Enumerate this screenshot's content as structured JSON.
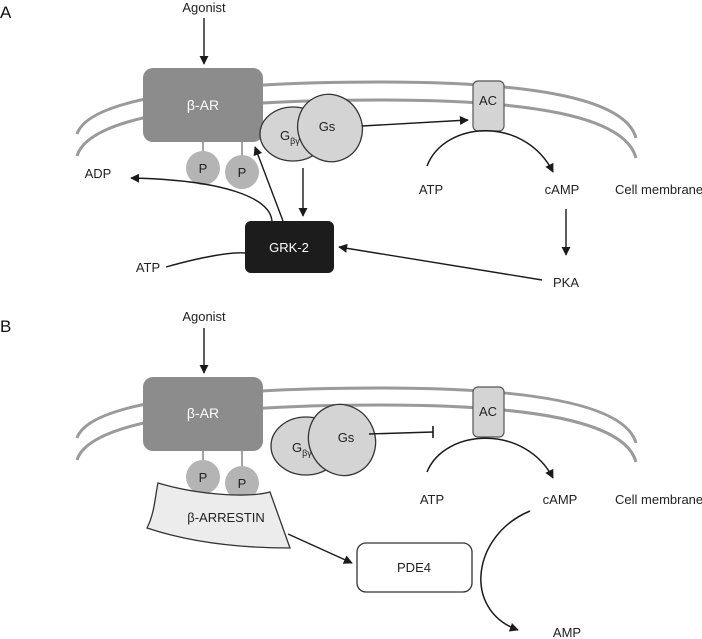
{
  "colors": {
    "receptor": "#8c8c8c",
    "phosphate": "#b4b4b4",
    "g_protein": "#d4d4d4",
    "adenylyl_cyclase": "#d4d4d4",
    "grk2": "#1c1c1c",
    "arrestin": "#ececec",
    "pde4": "#ffffff",
    "membrane": "#9a9a9a",
    "arrow": "#1a1a1a"
  },
  "panel_a": {
    "label": "A",
    "agonist": "Agonist",
    "receptor": "β-AR",
    "phosphate": "P",
    "g_beta_gamma_base": "G",
    "g_beta_gamma_sub": "βγ",
    "gs": "Gs",
    "ac": "AC",
    "atp_cycle": "ATP",
    "camp": "cAMP",
    "cell_membrane": "Cell membrane",
    "adp": "ADP",
    "atp_grk": "ATP",
    "grk2": "GRK-2",
    "pka": "PKA"
  },
  "panel_b": {
    "label": "B",
    "agonist": "Agonist",
    "receptor": "β-AR",
    "phosphate": "P",
    "g_beta_gamma_base": "G",
    "g_beta_gamma_sub": "βγ",
    "gs": "Gs",
    "ac": "AC",
    "atp_cycle": "ATP",
    "camp": "cAMP",
    "cell_membrane": "Cell membrane",
    "arrestin": "β-ARRESTIN",
    "pde4": "PDE4",
    "amp": "AMP"
  }
}
